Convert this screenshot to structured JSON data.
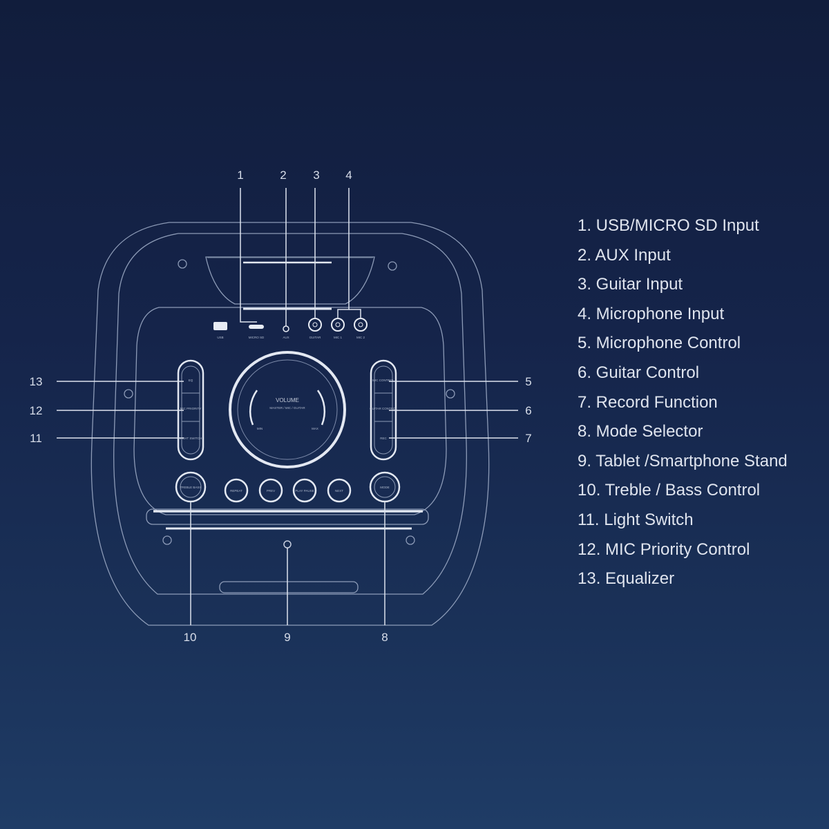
{
  "callouts": {
    "c1": "1",
    "c2": "2",
    "c3": "3",
    "c4": "4",
    "c5": "5",
    "c6": "6",
    "c7": "7",
    "c8": "8",
    "c9": "9",
    "c10": "10",
    "c11": "11",
    "c12": "12",
    "c13": "13"
  },
  "panel": {
    "usb": "USB",
    "micro_sd": "MICRO SD",
    "aux": "AUX",
    "guitar": "GUITAR",
    "mic1": "MIC 1",
    "mic2": "MIC 2",
    "eq": "EQ",
    "mic_priority": "MIC PRIORITY",
    "light_switch": "LIGHT SWITCH",
    "mic_control": "MIC CONTROL",
    "guitar_control": "GUITAR CONTROL",
    "rec": "REC",
    "volume": "VOLUME",
    "volume_sub": "MASTER / MIC / GUITAR",
    "min": "MIN",
    "max": "MAX",
    "treble_bass": "TREBLE BASS",
    "repeat": "REPEAT",
    "prev": "PREV",
    "play_pause": "PLAY PAUSE",
    "next": "NEXT",
    "mode": "MODE"
  },
  "legend": {
    "items": [
      "1. USB/MICRO SD Input",
      "2. AUX Input",
      "3. Guitar Input",
      "4. Microphone Input",
      "5. Microphone Control",
      "6. Guitar Control",
      "7. Record Function",
      "8. Mode Selector",
      "9. Tablet /Smartphone Stand",
      "10. Treble / Bass Control",
      "11. Light Switch",
      "12. MIC Priority Control",
      "13. Equalizer"
    ]
  }
}
